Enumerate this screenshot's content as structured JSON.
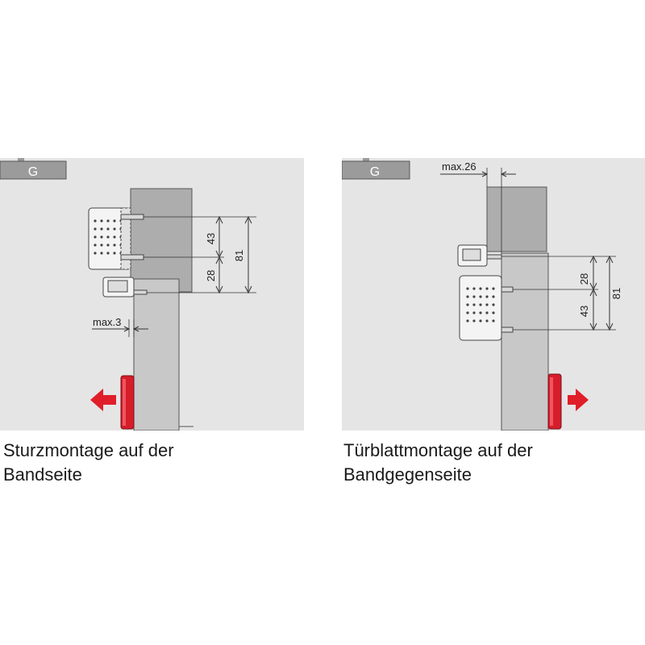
{
  "left": {
    "badge": "G",
    "dimensions": {
      "upper": "43",
      "lower": "28",
      "total": "81",
      "max": "max.3"
    },
    "caption": [
      "Sturzmontage auf der",
      "Bandseite"
    ]
  },
  "right": {
    "badge": "G",
    "dimensions": {
      "upper": "28",
      "lower": "43",
      "total": "81",
      "max": "max.26"
    },
    "caption": [
      "Türblattmontage auf der",
      "Bandgegenseite"
    ]
  },
  "colors": {
    "panel_bg": "#e5e5e5",
    "frame": "#adadad",
    "door": "#c8c8c8",
    "closer": "#f4f4f4",
    "hinge_red": "#d61d2a",
    "arrow_red": "#e01e2a"
  }
}
